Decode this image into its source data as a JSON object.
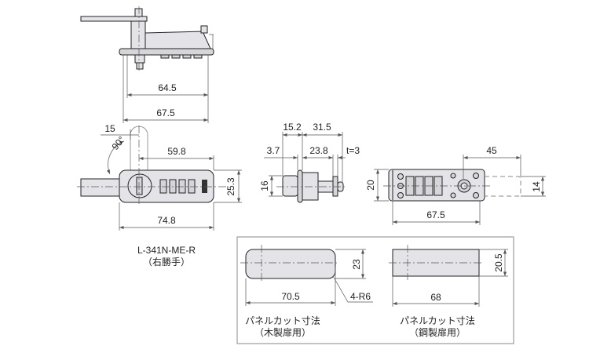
{
  "top_view": {
    "dims": {
      "inner_width": "64.5",
      "outer_width": "67.5"
    }
  },
  "front_view": {
    "dims": {
      "lever_offset": "15",
      "rotation": "90°",
      "lever_to_end": "59.8",
      "height": "25.3",
      "total_width": "74.8"
    },
    "model": "L-341N-ME-R",
    "hand": "（右勝手）"
  },
  "side_view": {
    "dims": {
      "a": "15.2",
      "b": "31.5",
      "c": "3.7",
      "d": "23.8",
      "thickness": "t=3",
      "height": "16"
    }
  },
  "back_view": {
    "dims": {
      "lever_length": "45",
      "height": "20",
      "lever_width": "14",
      "width": "67.5"
    }
  },
  "panel_cut": {
    "wood": {
      "width": "70.5",
      "height": "23",
      "radius": "4-R6",
      "title": "パネルカット寸法",
      "subtitle": "（木製扉用）"
    },
    "steel": {
      "width": "68",
      "height": "20.5",
      "title": "パネルカット寸法",
      "subtitle": "（鋼製扉用）"
    }
  }
}
